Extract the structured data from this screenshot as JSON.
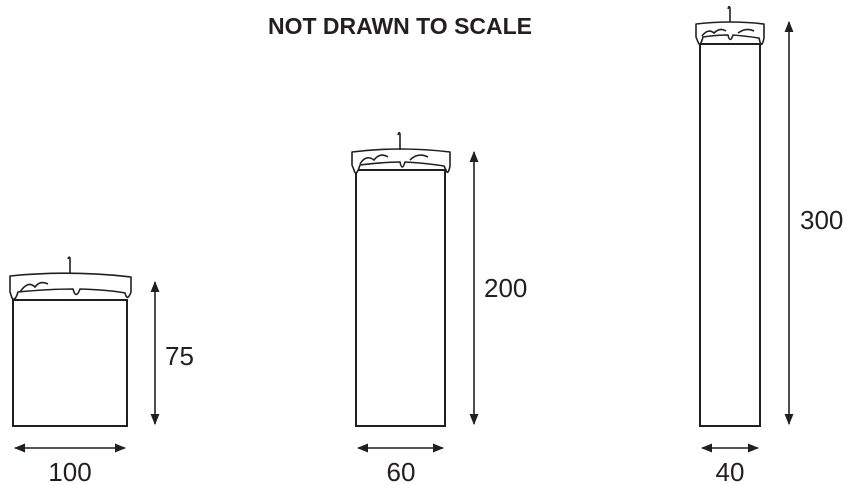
{
  "title": "NOT DRAWN TO SCALE",
  "candles": [
    {
      "height_label": "75",
      "width_label": "100"
    },
    {
      "height_label": "200",
      "width_label": "60"
    },
    {
      "height_label": "300",
      "width_label": "40"
    }
  ]
}
